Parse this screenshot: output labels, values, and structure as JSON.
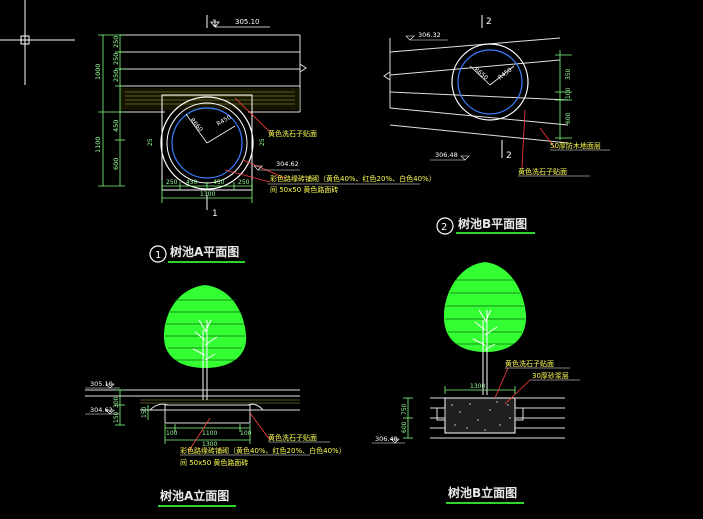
{
  "colors": {
    "background": "#000000",
    "dimension": "#7fff7f",
    "outline": "#ffffff",
    "accent_yellow": "#ffff55",
    "leader_red": "#ff4040",
    "circle_blue": "#3a7fff",
    "tree_green": "#33ff33",
    "title_underline": "#2bd52b"
  },
  "plan_a": {
    "title": "树池A平面图",
    "circle_number": "1",
    "section_mark_top": "1",
    "section_mark_bottom": "1",
    "elevation_top": "305.10",
    "elevation_mid": "304.62",
    "dims_left_outer": [
      "1000",
      "1100"
    ],
    "dims_left_inner": [
      "250",
      "250",
      "250",
      "450",
      "600"
    ],
    "dims_bottom": [
      "250",
      "450",
      "450",
      "250"
    ],
    "dim_total": "1300",
    "radius_labels": [
      "R660",
      "R450"
    ],
    "dim_right_small": "25",
    "note_1": "黄色洗石子贴面",
    "note_2": "彩色路缘砖铺砌（黄色40%、红色20%、白色40%）",
    "note_3": "间 50x50 黄色路面砖"
  },
  "plan_b": {
    "title": "树池B平面图",
    "circle_number": "2",
    "section_mark_top": "2",
    "section_mark_bottom": "2",
    "elevation_top": "306.32",
    "elevation_bottom": "306.48",
    "radius_labels": [
      "R650",
      "R450"
    ],
    "dims_right": [
      "350",
      "100",
      "600"
    ],
    "note_1": "50厚防木地面层",
    "note_2": "黄色洗石子贴面"
  },
  "elev_a": {
    "title": "树池A立面图",
    "elevation_top": "305.10",
    "elevation_low": "304.62",
    "dims_left": [
      "300",
      "150"
    ],
    "dims_bottom_inner": [
      "100",
      "1100",
      "100"
    ],
    "dim_total": "1300",
    "dim_side": "150",
    "note_1": "黄色洗石子贴面",
    "note_2": "彩色路缘砖铺砌（黄色40%、红色20%、白色40%）",
    "note_3": "间 50x50 黄色路面砖"
  },
  "elev_b": {
    "title": "树池B立面图",
    "dim_top": "1300",
    "elevation_low": "306.48",
    "dims_left": [
      "750",
      "600"
    ],
    "note_1": "黄色洗石子贴面",
    "note_2": "30厚砂浆层"
  }
}
